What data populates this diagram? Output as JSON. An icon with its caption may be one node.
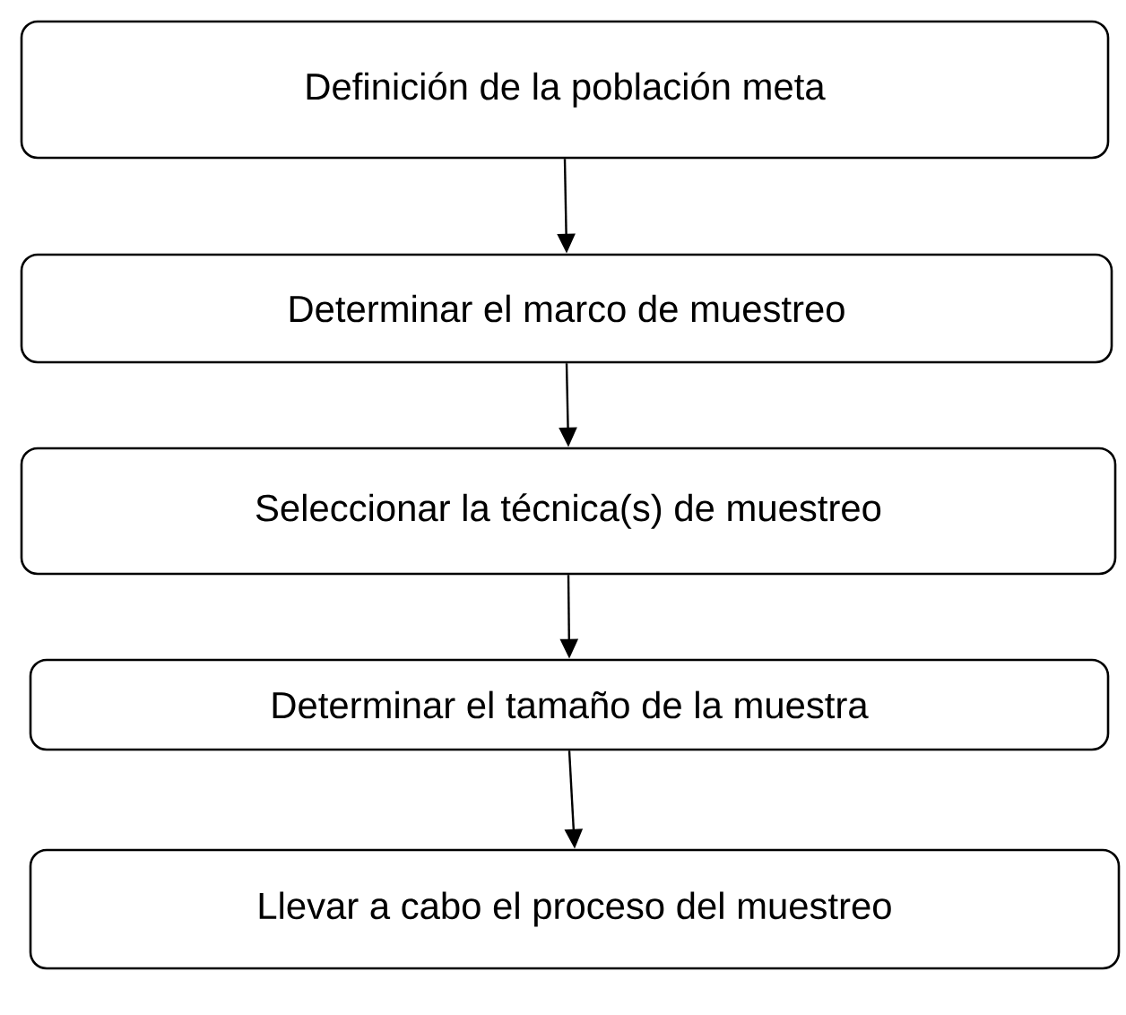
{
  "diagram": {
    "nodes": [
      {
        "text": [
          "Definición de la población meta"
        ]
      },
      {
        "text": [
          "Determinar el marco de muestreo"
        ]
      },
      {
        "text": [
          "Seleccionar la técnica(s) de muestreo"
        ]
      },
      {
        "text": [
          "Determinar el tamaño de la muestra"
        ]
      },
      {
        "text": [
          "Llevar a cabo el proceso del muestreo"
        ]
      }
    ],
    "edges": [
      {
        "from": 0,
        "to": 1,
        "arrow": "to"
      },
      {
        "from": 1,
        "to": 2,
        "arrow": "to"
      },
      {
        "from": 2,
        "to": 3,
        "arrow": "to"
      },
      {
        "from": 3,
        "to": 4,
        "arrow": "to"
      }
    ]
  }
}
